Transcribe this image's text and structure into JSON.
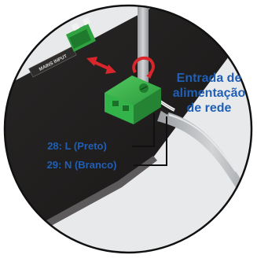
{
  "device_label": "MAINS INPUT",
  "callout": {
    "lines": [
      "Entrada de",
      "alimentação",
      "de rede"
    ]
  },
  "wires": [
    {
      "label": "28: L (Preto)"
    },
    {
      "label": "29: N (Branco)"
    }
  ],
  "colors": {
    "label_blue": "#1f5fb5",
    "connector_green": "#33b44a",
    "arrow_red": "#d9262b",
    "housing_dark": "#1d1b1b",
    "background_light": "#e9eaec",
    "frame": "#111111"
  }
}
